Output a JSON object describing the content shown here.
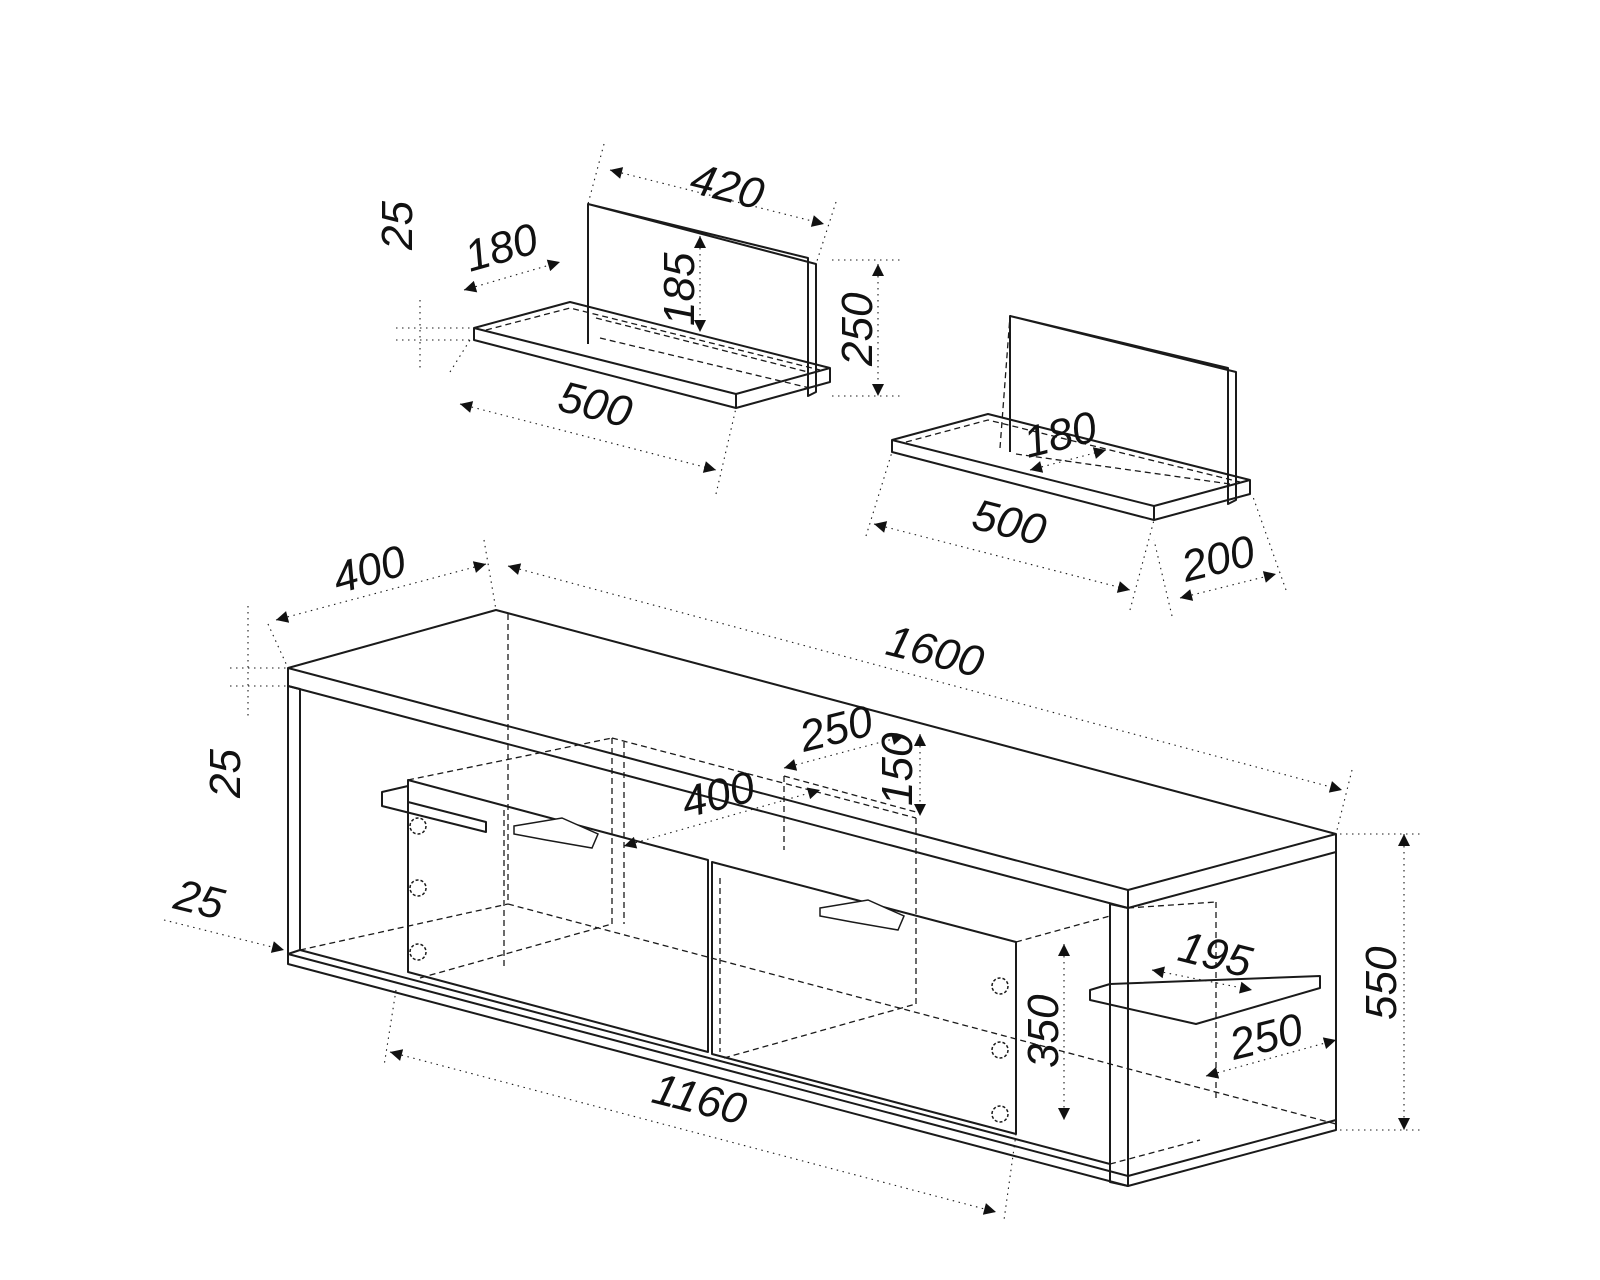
{
  "dimensions": {
    "shelf_top_width": "420",
    "shelf_top_height": "25",
    "shelf_top_depth": "180",
    "shelf_top_back_height": "185",
    "shelf_top_overall_height": "250",
    "shelf_top_length": "500",
    "shelf_right_depth": "180",
    "shelf_right_length": "500",
    "shelf_right_bracket": "200",
    "unit_depth": "400",
    "unit_length": "1600",
    "unit_top_thickness": "25",
    "unit_left_panel": "25",
    "unit_base_thickness": "25",
    "drawer_depth": "250",
    "drawer_height": "150",
    "drawer_width": "400",
    "inner_shelf_depth": "195",
    "inner_shelf_offset": "250",
    "inner_height": "350",
    "unit_height": "550",
    "drawer_section_length": "1160"
  },
  "colors": {
    "line": "#1a1a1a",
    "background": "#ffffff"
  }
}
